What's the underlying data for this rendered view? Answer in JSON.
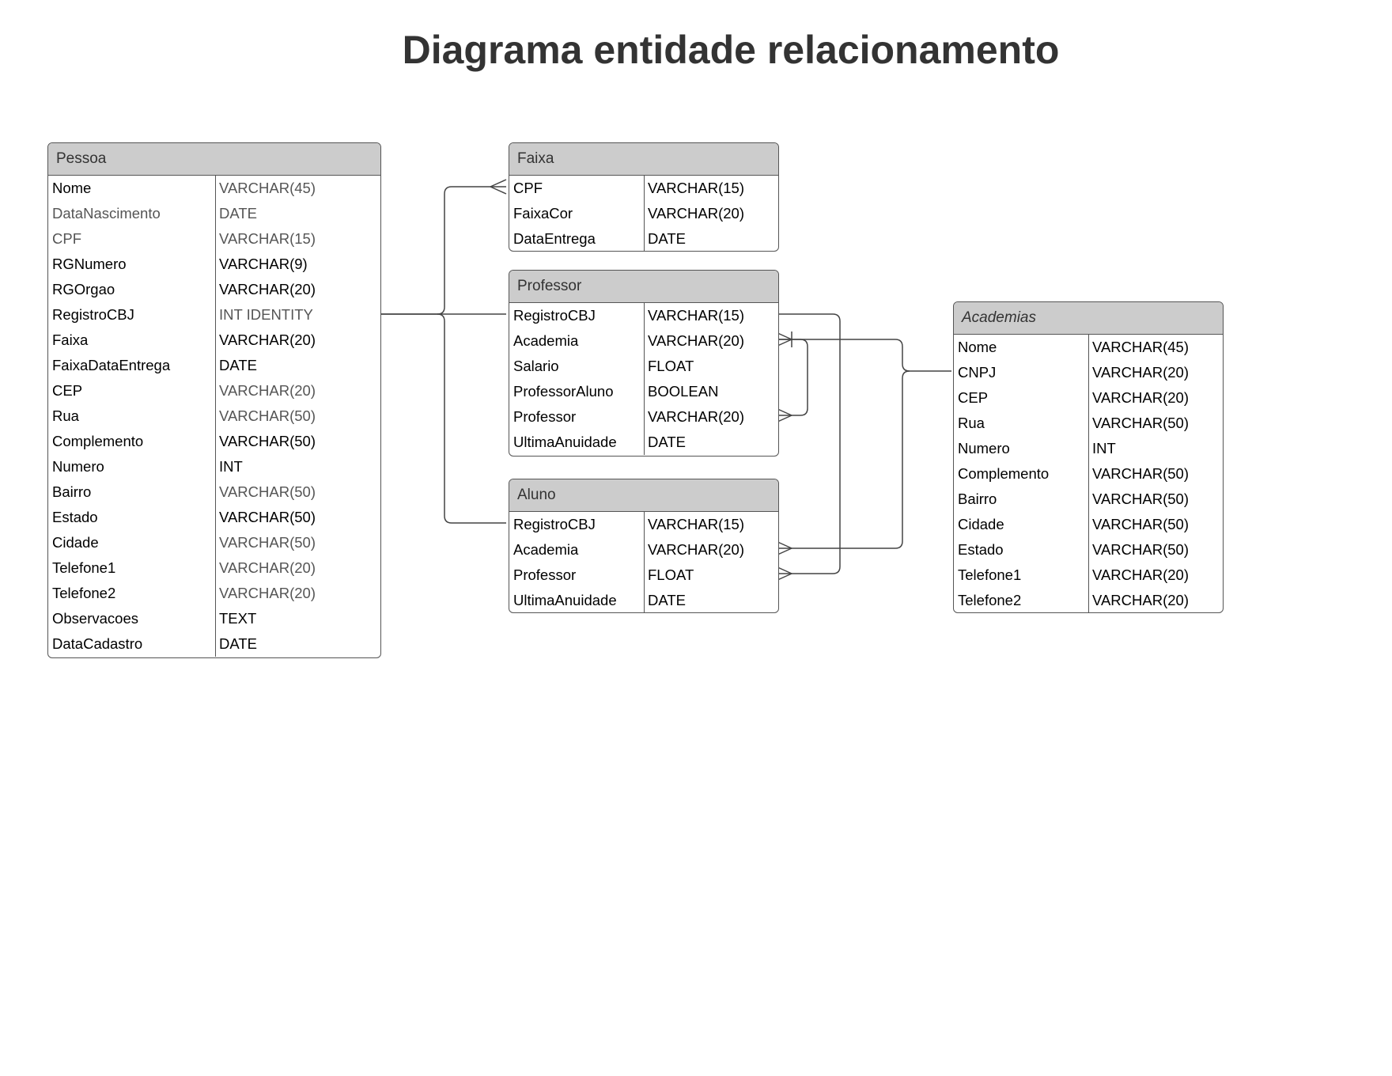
{
  "title": "Diagrama entidade relacionamento",
  "entities": {
    "pessoa": {
      "name": "Pessoa",
      "rows": [
        {
          "field": "Nome",
          "type": "VARCHAR(45)"
        },
        {
          "field": "DataNascimento",
          "type": "DATE"
        },
        {
          "field": "CPF",
          "type": "VARCHAR(15)"
        },
        {
          "field": "RGNumero",
          "type": "VARCHAR(9)"
        },
        {
          "field": "RGOrgao",
          "type": "VARCHAR(20)"
        },
        {
          "field": "RegistroCBJ",
          "type": "INT IDENTITY"
        },
        {
          "field": "Faixa",
          "type": "VARCHAR(20)"
        },
        {
          "field": "FaixaDataEntrega",
          "type": "DATE"
        },
        {
          "field": "CEP",
          "type": "VARCHAR(20)"
        },
        {
          "field": "Rua",
          "type": "VARCHAR(50)"
        },
        {
          "field": "Complemento",
          "type": "VARCHAR(50)"
        },
        {
          "field": "Numero",
          "type": "INT"
        },
        {
          "field": "Bairro",
          "type": "VARCHAR(50)"
        },
        {
          "field": "Estado",
          "type": "VARCHAR(50)"
        },
        {
          "field": "Cidade",
          "type": "VARCHAR(50)"
        },
        {
          "field": "Telefone1",
          "type": "VARCHAR(20)"
        },
        {
          "field": "Telefone2",
          "type": "VARCHAR(20)"
        },
        {
          "field": "Observacoes",
          "type": "TEXT"
        },
        {
          "field": "DataCadastro",
          "type": "DATE"
        }
      ]
    },
    "faixa": {
      "name": "Faixa",
      "rows": [
        {
          "field": "CPF",
          "type": "VARCHAR(15)"
        },
        {
          "field": "FaixaCor",
          "type": "VARCHAR(20)"
        },
        {
          "field": "DataEntrega",
          "type": "DATE"
        }
      ]
    },
    "professor": {
      "name": "Professor",
      "rows": [
        {
          "field": "RegistroCBJ",
          "type": "VARCHAR(15)"
        },
        {
          "field": "Academia",
          "type": "VARCHAR(20)"
        },
        {
          "field": "Salario",
          "type": "FLOAT"
        },
        {
          "field": "ProfessorAluno",
          "type": "BOOLEAN"
        },
        {
          "field": "Professor",
          "type": "VARCHAR(20)"
        },
        {
          "field": "UltimaAnuidade",
          "type": "DATE"
        }
      ]
    },
    "aluno": {
      "name": "Aluno",
      "rows": [
        {
          "field": "RegistroCBJ",
          "type": "VARCHAR(15)"
        },
        {
          "field": "Academia",
          "type": "VARCHAR(20)"
        },
        {
          "field": "Professor",
          "type": "FLOAT"
        },
        {
          "field": "UltimaAnuidade",
          "type": "DATE"
        }
      ]
    },
    "academias": {
      "name": "Academias",
      "rows": [
        {
          "field": "Nome",
          "type": "VARCHAR(45)"
        },
        {
          "field": "CNPJ",
          "type": "VARCHAR(20)"
        },
        {
          "field": "CEP",
          "type": "VARCHAR(20)"
        },
        {
          "field": "Rua",
          "type": "VARCHAR(50)"
        },
        {
          "field": "Numero",
          "type": "INT"
        },
        {
          "field": "Complemento",
          "type": "VARCHAR(50)"
        },
        {
          "field": "Bairro",
          "type": "VARCHAR(50)"
        },
        {
          "field": "Cidade",
          "type": "VARCHAR(50)"
        },
        {
          "field": "Estado",
          "type": "VARCHAR(50)"
        },
        {
          "field": "Telefone1",
          "type": "VARCHAR(20)"
        },
        {
          "field": "Telefone2",
          "type": "VARCHAR(20)"
        }
      ]
    }
  }
}
